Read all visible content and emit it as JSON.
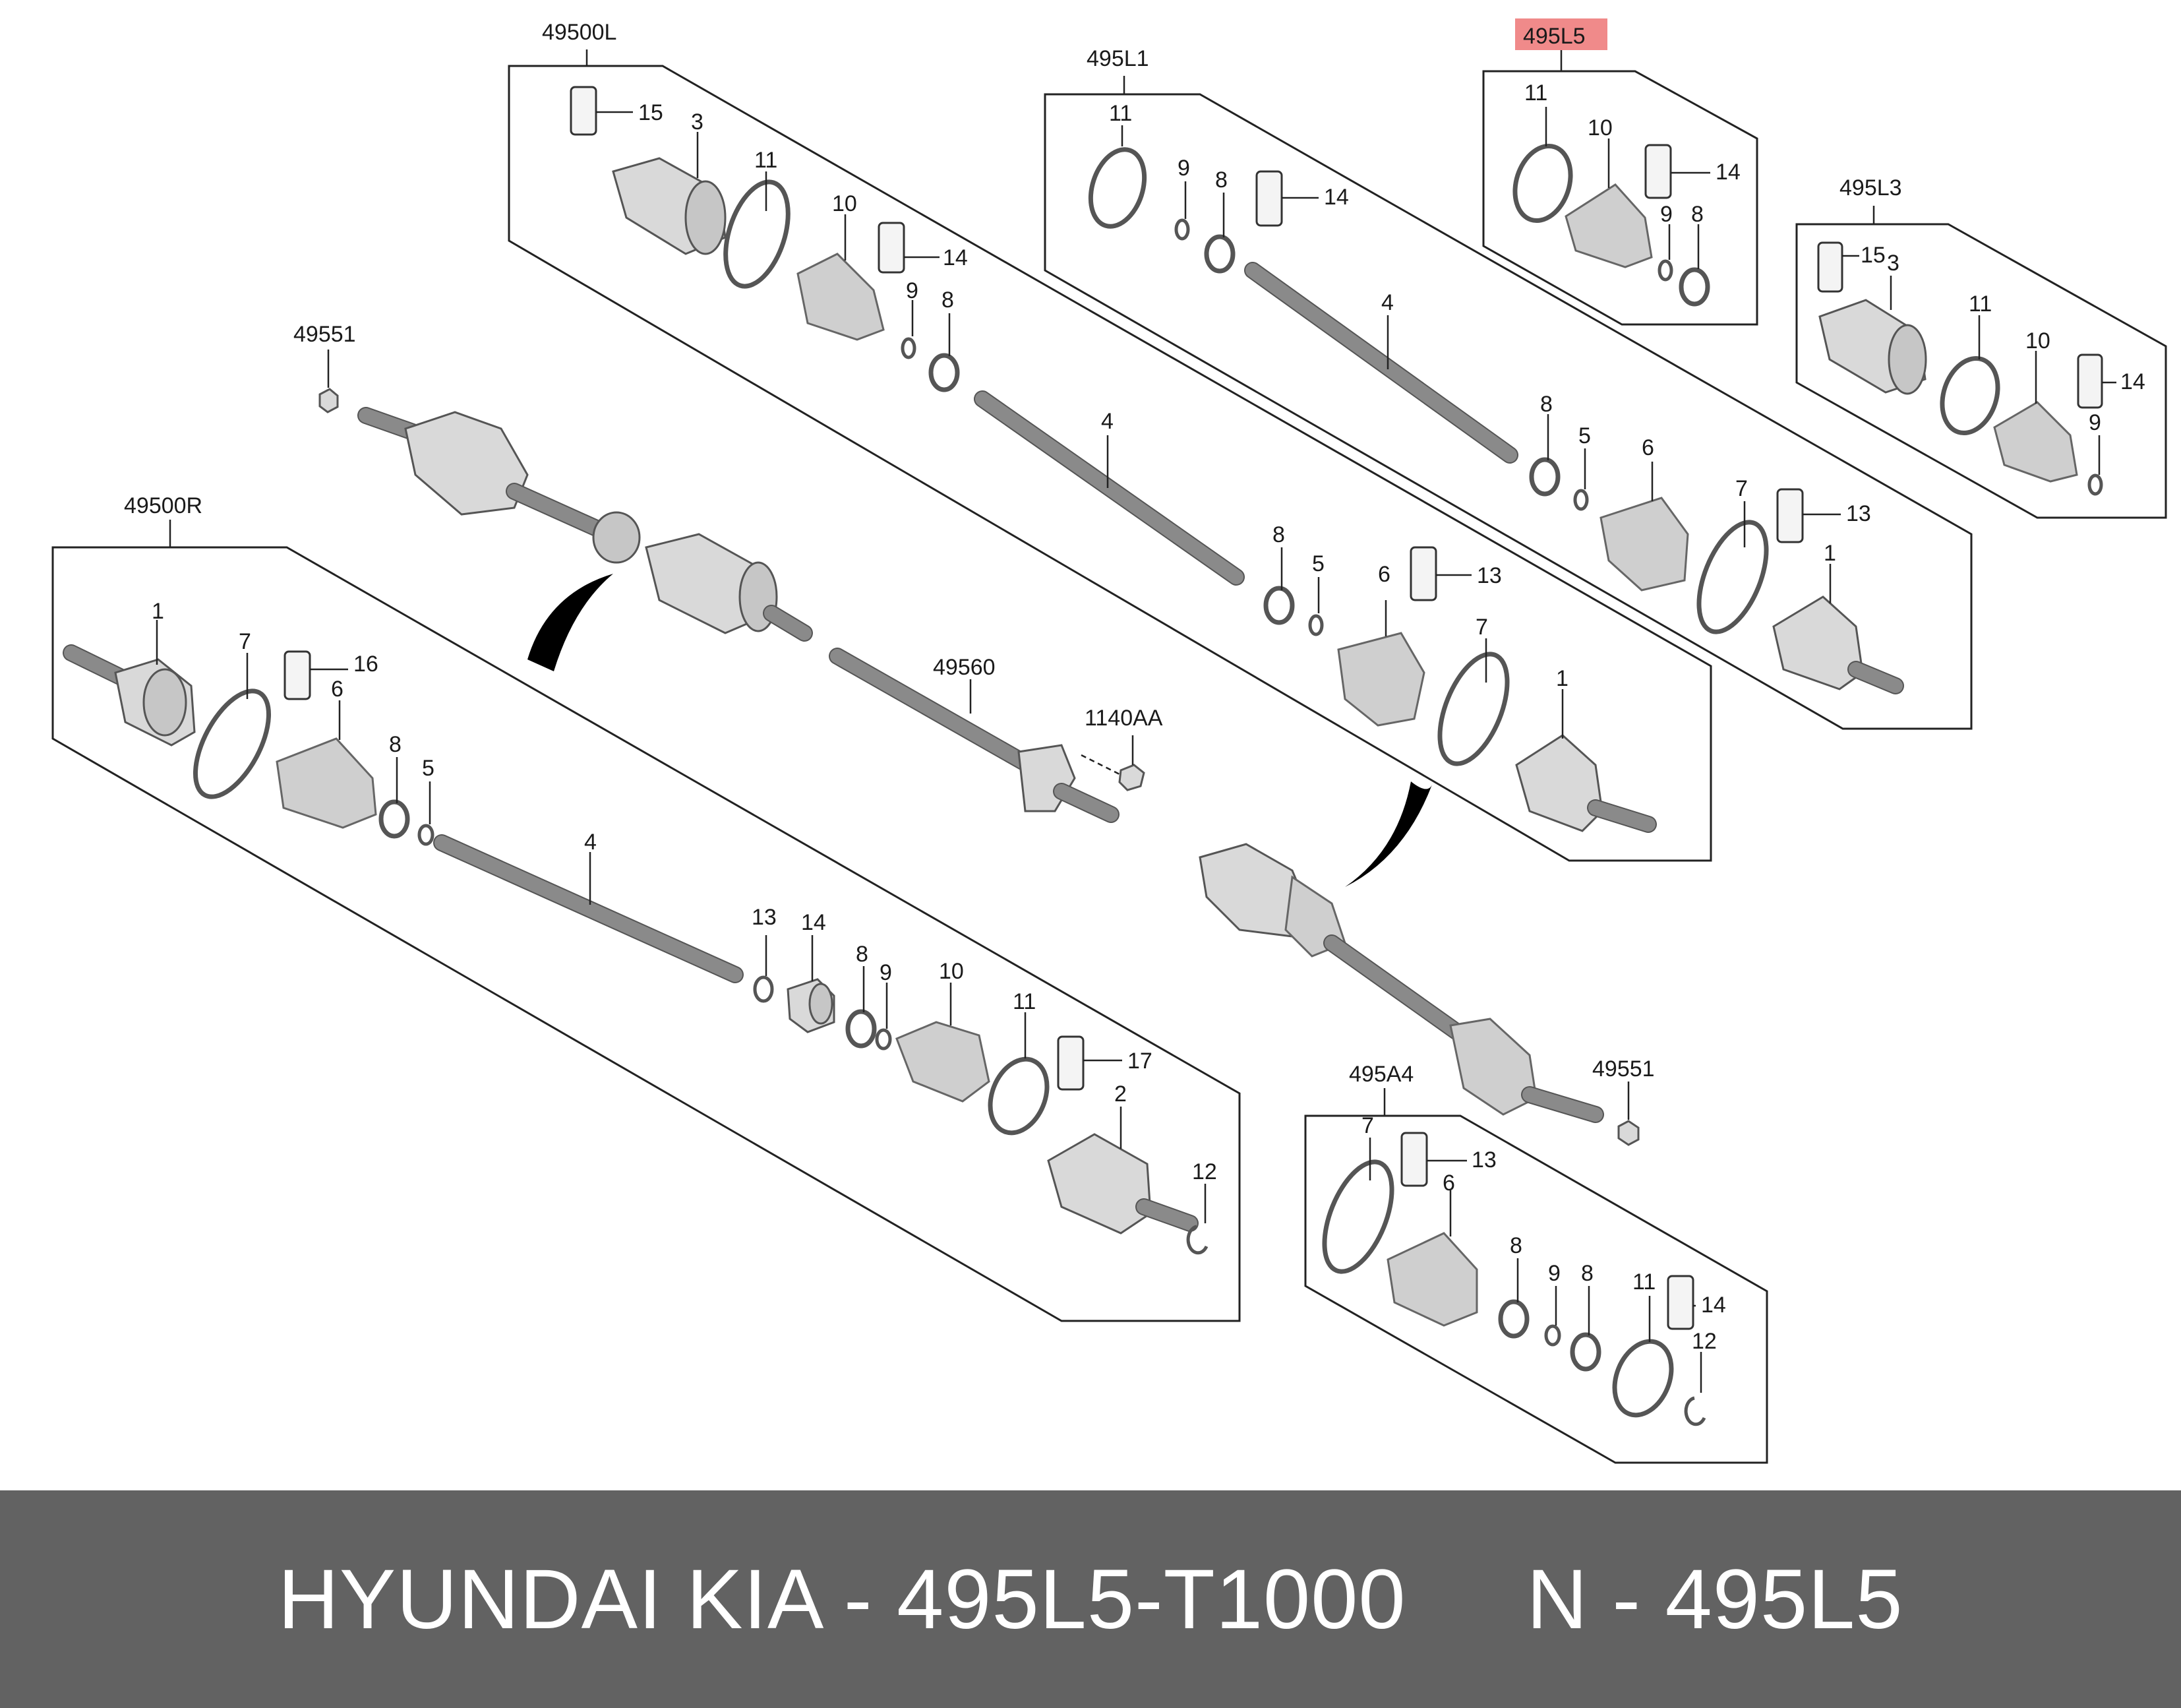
{
  "groups": {
    "g49500L": "49500L",
    "g495L1": "495L1",
    "g495L5": "495L5",
    "g495L3": "495L3",
    "g49500R": "49500R",
    "g495A4": "495A4",
    "g49551a": "49551",
    "g49551b": "49551",
    "g49560": "49560",
    "g1140AA": "1140AA"
  },
  "labels": {
    "L_15": "15",
    "L_3": "3",
    "L_11": "11",
    "L_10": "10",
    "L_14": "14",
    "L_9": "9",
    "L_8": "8",
    "L_4": "4",
    "L_8b": "8",
    "L_5": "5",
    "L_6": "6",
    "L_13": "13",
    "L_7": "7",
    "L_1": "1",
    "M_11": "11",
    "M_9": "9",
    "M_8": "8",
    "M_14": "14",
    "M_4": "4",
    "M_8b": "8",
    "M_5": "5",
    "M_6": "6",
    "M_7": "7",
    "M_13": "13",
    "M_1": "1",
    "N_11": "11",
    "N_10": "10",
    "N_14": "14",
    "N_9": "9",
    "N_8": "8",
    "P_15": "15",
    "P_3": "3",
    "P_11": "11",
    "P_10": "10",
    "P_14": "14",
    "P_9": "9",
    "R_1": "1",
    "R_7": "7",
    "R_16": "16",
    "R_6": "6",
    "R_8": "8",
    "R_5": "5",
    "R_4": "4",
    "R_13": "13",
    "R_14": "14",
    "R_8b": "8",
    "R_9": "9",
    "R_10": "10",
    "R_11": "11",
    "R_17": "17",
    "R_2": "2",
    "R_12": "12",
    "A_7": "7",
    "A_13": "13",
    "A_6": "6",
    "A_8": "8",
    "A_9": "9",
    "A_8b": "8",
    "A_11": "11",
    "A_14": "14",
    "A_12": "12"
  },
  "footer": {
    "text": "HYUNDAI KIA - 495L5-T1000     N - 495L5"
  },
  "highlight_color": "#f08a8a"
}
